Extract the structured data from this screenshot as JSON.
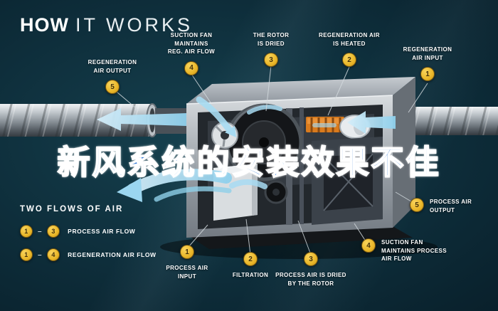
{
  "title": {
    "word_bold": "HOW",
    "word_light": "IT WORKS"
  },
  "overlay_text": "新风系统的安装效果不佳",
  "callouts": [
    {
      "num": "5",
      "label": "REGENERATION\nAIR OUTPUT"
    },
    {
      "num": "4",
      "label": "SUCTION FAN\nMAINTAINS\nREG. AIR FLOW"
    },
    {
      "num": "3",
      "label": "THE ROTOR\nIS DRIED"
    },
    {
      "num": "2",
      "label": "REGENERATION AIR\nIS HEATED"
    },
    {
      "num": "1",
      "label": "REGENERATION\nAIR INPUT"
    },
    {
      "num": "5",
      "label": "PROCESS AIR\nOUTPUT"
    },
    {
      "num": "4",
      "label": "SUCTION FAN\nMAINTAINS PROCESS\nAIR FLOW"
    },
    {
      "num": "3",
      "label": "PROCESS AIR IS DRIED\nBY THE ROTOR"
    },
    {
      "num": "2",
      "label": "FILTRATION"
    },
    {
      "num": "1",
      "label": "PROCESS AIR\nINPUT"
    }
  ],
  "legend": {
    "heading": "TWO FLOWS OF AIR",
    "dash": "–",
    "rows": [
      {
        "from": "1",
        "to": "3",
        "label": "PROCESS AIR FLOW"
      },
      {
        "from": "1",
        "to": "4",
        "label": "REGENERATION AIR FLOW"
      }
    ]
  },
  "colors": {
    "background": "#0e2e3b",
    "badge_gold": "#e9b628",
    "overlay_blue": "#3d7fd8",
    "arrow_blue": "#a7dbf2"
  }
}
